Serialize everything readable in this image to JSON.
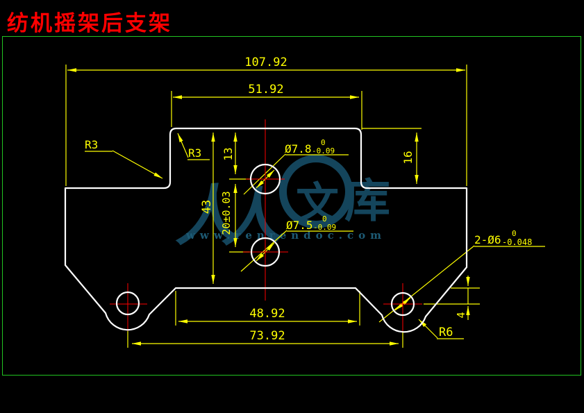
{
  "title": "纺机摇架后支架",
  "watermark": {
    "char1": "人",
    "char2": "人",
    "circle_char": "文",
    "char3": "库",
    "url": "www.renrendoc.com"
  },
  "dims": {
    "overall_width": "107.92",
    "upper_width": "51.92",
    "lower_width": "48.92",
    "foot_hole_span": "73.92",
    "total_height": "43",
    "hole1_from_top": "13",
    "hole_pitch": "20±0.03",
    "right_step_height": "16",
    "foot_hole_offset": "4",
    "fillet_left": "R3",
    "fillet_top": "R3",
    "fillet_foot": "R6",
    "hole1": {
      "base": "Ø7.8",
      "upper": "0",
      "lower": "-0.09"
    },
    "hole2": {
      "base": "Ø7.5",
      "upper": "0",
      "lower": "-0.09"
    },
    "foot_holes": {
      "base": "2-Ø6",
      "upper": "0",
      "lower": "-0.048"
    }
  },
  "colors": {
    "background": "#000000",
    "outline": "#ffffff",
    "dimension": "#ffff00",
    "centerline": "#ff0000",
    "border": "#21c421",
    "title": "#ff0000",
    "watermark": "#14455c"
  }
}
